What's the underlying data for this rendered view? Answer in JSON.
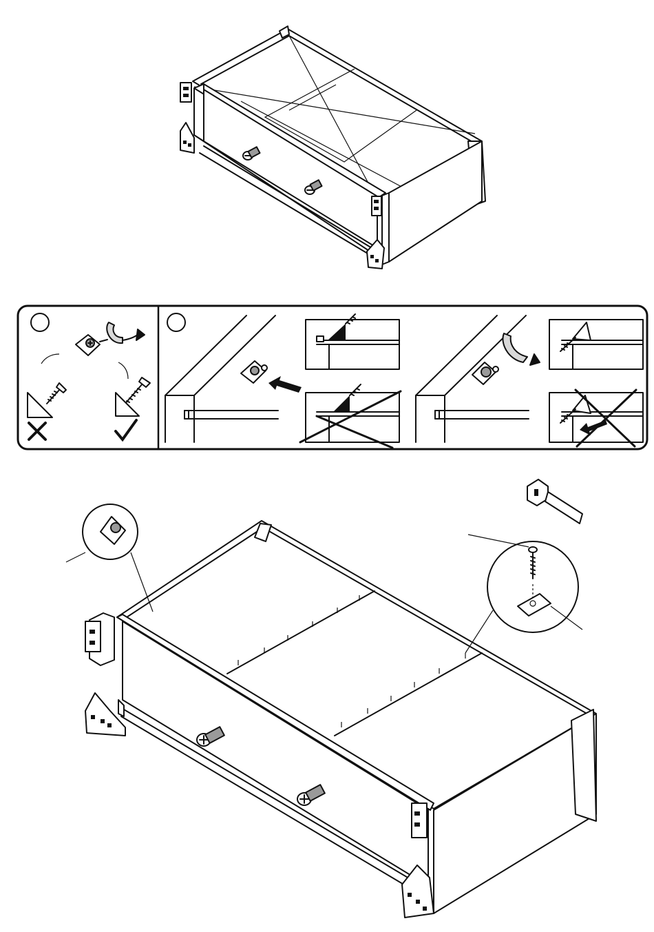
{
  "document": {
    "type": "assembly-instruction-page",
    "figures": [
      {
        "id": "frame-with-connectors",
        "icons": [
          "cam-bolt-icon",
          "corner-bracket-icon"
        ]
      },
      {
        "id": "connector-detail-panel",
        "steps": [
          {
            "label": "",
            "icons": [
              "cam-lock-icon",
              "rotate-arrow-icon",
              "screw-icon",
              "wrong-mark-icon",
              "correct-mark-icon"
            ]
          },
          {
            "label": "",
            "icons": [
              "cam-lock-icon",
              "push-arrow-icon",
              "rotate-arrow-icon",
              "screw-icon",
              "wrong-mark-icon"
            ]
          }
        ]
      },
      {
        "id": "frame-with-slats",
        "icons": [
          "hammer-icon",
          "nail-icon",
          "plate-icon",
          "cam-lock-detail-icon"
        ]
      }
    ],
    "colors": {
      "line": "#111111",
      "shade": "#9a9a9a",
      "background": "#ffffff"
    }
  }
}
